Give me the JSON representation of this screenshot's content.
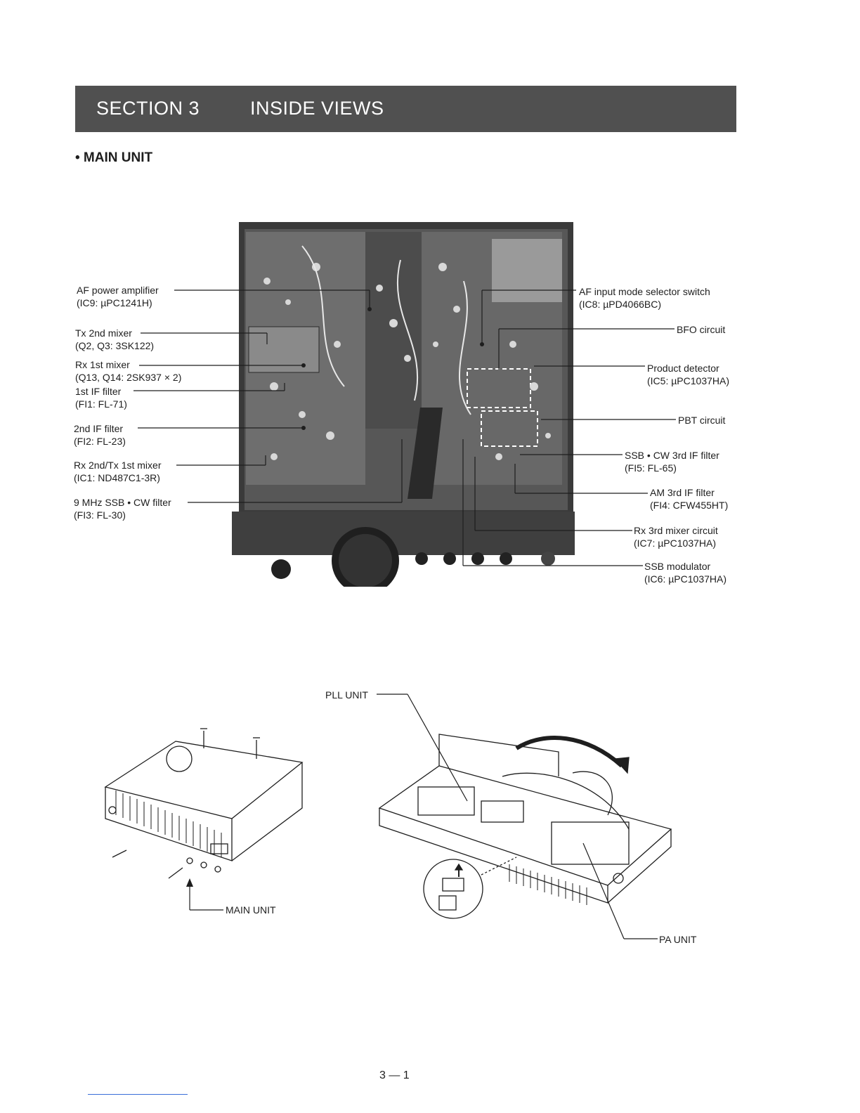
{
  "header": {
    "section": "SECTION 3",
    "title": "INSIDE VIEWS"
  },
  "subheading": "• MAIN UNIT",
  "callouts_left": [
    {
      "line1": "AF power amplifier",
      "line2": "(IC9: µPC1241H)"
    },
    {
      "line1": "Tx 2nd mixer",
      "line2": "(Q2, Q3: 3SK122)"
    },
    {
      "line1": "Rx 1st mixer",
      "line2": "(Q13, Q14: 2SK937 × 2)"
    },
    {
      "line1": "1st IF filter",
      "line2": "(FI1: FL-71)"
    },
    {
      "line1": "2nd IF filter",
      "line2": "(FI2: FL-23)"
    },
    {
      "line1": "Rx 2nd/Tx 1st mixer",
      "line2": "(IC1: ND487C1-3R)"
    },
    {
      "line1": "9 MHz SSB • CW filter",
      "line2": "(FI3: FL-30)"
    }
  ],
  "callouts_right": [
    {
      "line1": "AF input mode selector switch",
      "line2": "(IC8: µPD4066BC)"
    },
    {
      "line1": "BFO circuit",
      "line2": ""
    },
    {
      "line1": "Product detector",
      "line2": "(IC5: µPC1037HA)"
    },
    {
      "line1": "PBT circuit",
      "line2": ""
    },
    {
      "line1": "SSB • CW 3rd IF filter",
      "line2": "(FI5: FL-65)"
    },
    {
      "line1": "AM 3rd IF filter",
      "line2": "(FI4: CFW455HT)"
    },
    {
      "line1": "Rx 3rd mixer circuit",
      "line2": "(IC7: µPC1037HA)"
    },
    {
      "line1": "SSB modulator",
      "line2": "(IC6: µPC1037HA)"
    }
  ],
  "drawing_labels": {
    "main_unit": "MAIN UNIT",
    "pll_unit": "PLL UNIT",
    "pa_unit": "PA UNIT"
  },
  "page_number": "3 — 1"
}
